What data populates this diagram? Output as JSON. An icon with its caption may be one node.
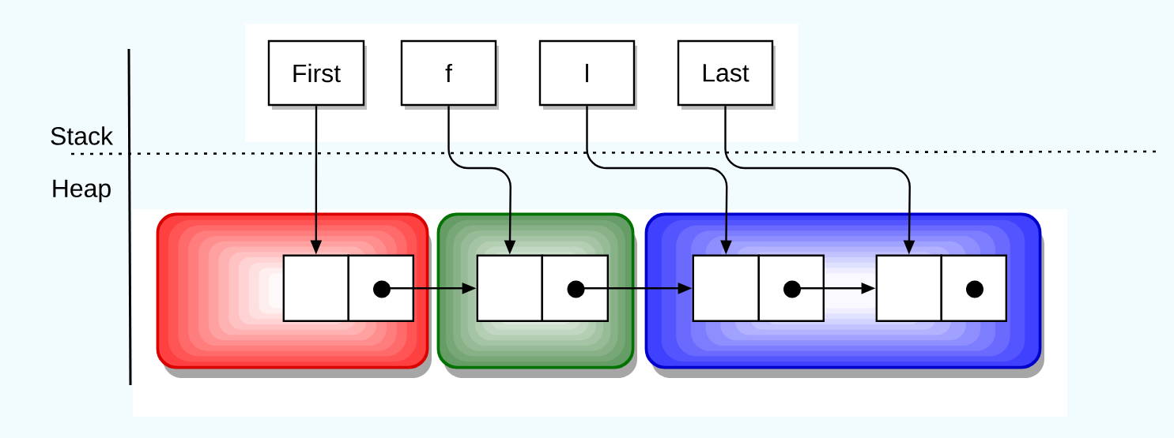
{
  "diagram": {
    "nodes": [
      {
        "text": [
          "First"
        ]
      },
      {
        "text": [
          "f"
        ]
      },
      {
        "text": [
          "l"
        ]
      },
      {
        "text": [
          "Last"
        ]
      },
      {
        "text": [],
        "shape": "box"
      },
      {
        "text": [],
        "shape": "box"
      },
      {
        "text": [],
        "shape": "box"
      },
      {
        "text": [],
        "shape": "box",
        "in": 4
      },
      {
        "text": [],
        "shape": "box",
        "in": 4
      },
      {
        "text": [],
        "shape": "box",
        "in": 5
      },
      {
        "text": [],
        "shape": "box",
        "in": 5
      },
      {
        "text": [],
        "shape": "box",
        "in": 6
      },
      {
        "text": [],
        "shape": "box",
        "in": 6
      },
      {
        "text": [],
        "shape": "box",
        "in": 6
      },
      {
        "text": [],
        "shape": "box",
        "in": 6
      }
    ],
    "edges": [
      {
        "from": 0,
        "to": 7,
        "arrow": "to"
      },
      {
        "from": 1,
        "to": 9,
        "arrow": "to"
      },
      {
        "from": 2,
        "to": 11,
        "arrow": "to"
      },
      {
        "from": 3,
        "to": 13,
        "arrow": "to"
      },
      {
        "from": 8,
        "to": 9,
        "arrow": "to"
      },
      {
        "from": 10,
        "to": 11,
        "arrow": "to"
      },
      {
        "from": 12,
        "to": 13,
        "arrow": "to"
      }
    ],
    "labels": [
      "Stack",
      "Heap"
    ]
  }
}
